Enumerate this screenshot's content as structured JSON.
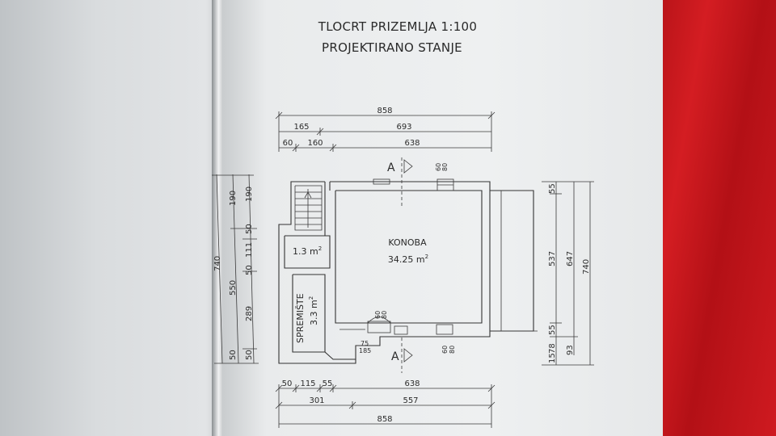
{
  "title_line1": "TLOCRT PRIZEMLJA 1:100",
  "title_line2": "PROJEKTIRANO STANJE",
  "section_marker": "A",
  "top_dims": {
    "total": "858",
    "r2a": "165",
    "r2b": "693",
    "r3a": "60",
    "r3b": "160",
    "r3c": "638"
  },
  "bottom_dims": {
    "r1a": "50",
    "r1b": "115",
    "r1c": "55",
    "r1d": "638",
    "r2a": "301",
    "r2b": "557",
    "total": "858"
  },
  "left_dims": {
    "outer": "740",
    "mid_a": "550",
    "mid_b": "289",
    "mid_c": "50",
    "top_190a": "190",
    "top_190b": "190",
    "s50": "50",
    "s111": "111",
    "s50b": "50",
    "s50c": "50"
  },
  "right_dims": {
    "r1a": "55",
    "r1b": "537",
    "r1c": "55",
    "r1d": "15",
    "r1e": "78",
    "r2": "647",
    "r2b": "93",
    "r3": "740"
  },
  "small_dims": {
    "top_door_a": "60",
    "top_door_b": "80",
    "bot_door_a": "60",
    "bot_door_b": "80",
    "win_a": "60",
    "win_b": "80",
    "step_a": "75",
    "step_b": "185"
  },
  "rooms": {
    "konoba": {
      "name": "KONOBA",
      "area": "34.25 m",
      "sup": "2"
    },
    "small": {
      "area": "1.3 m",
      "sup": "2"
    },
    "spremiste": {
      "name": "SPREMIŠTE",
      "area": "3.3 m",
      "sup": "2"
    }
  }
}
